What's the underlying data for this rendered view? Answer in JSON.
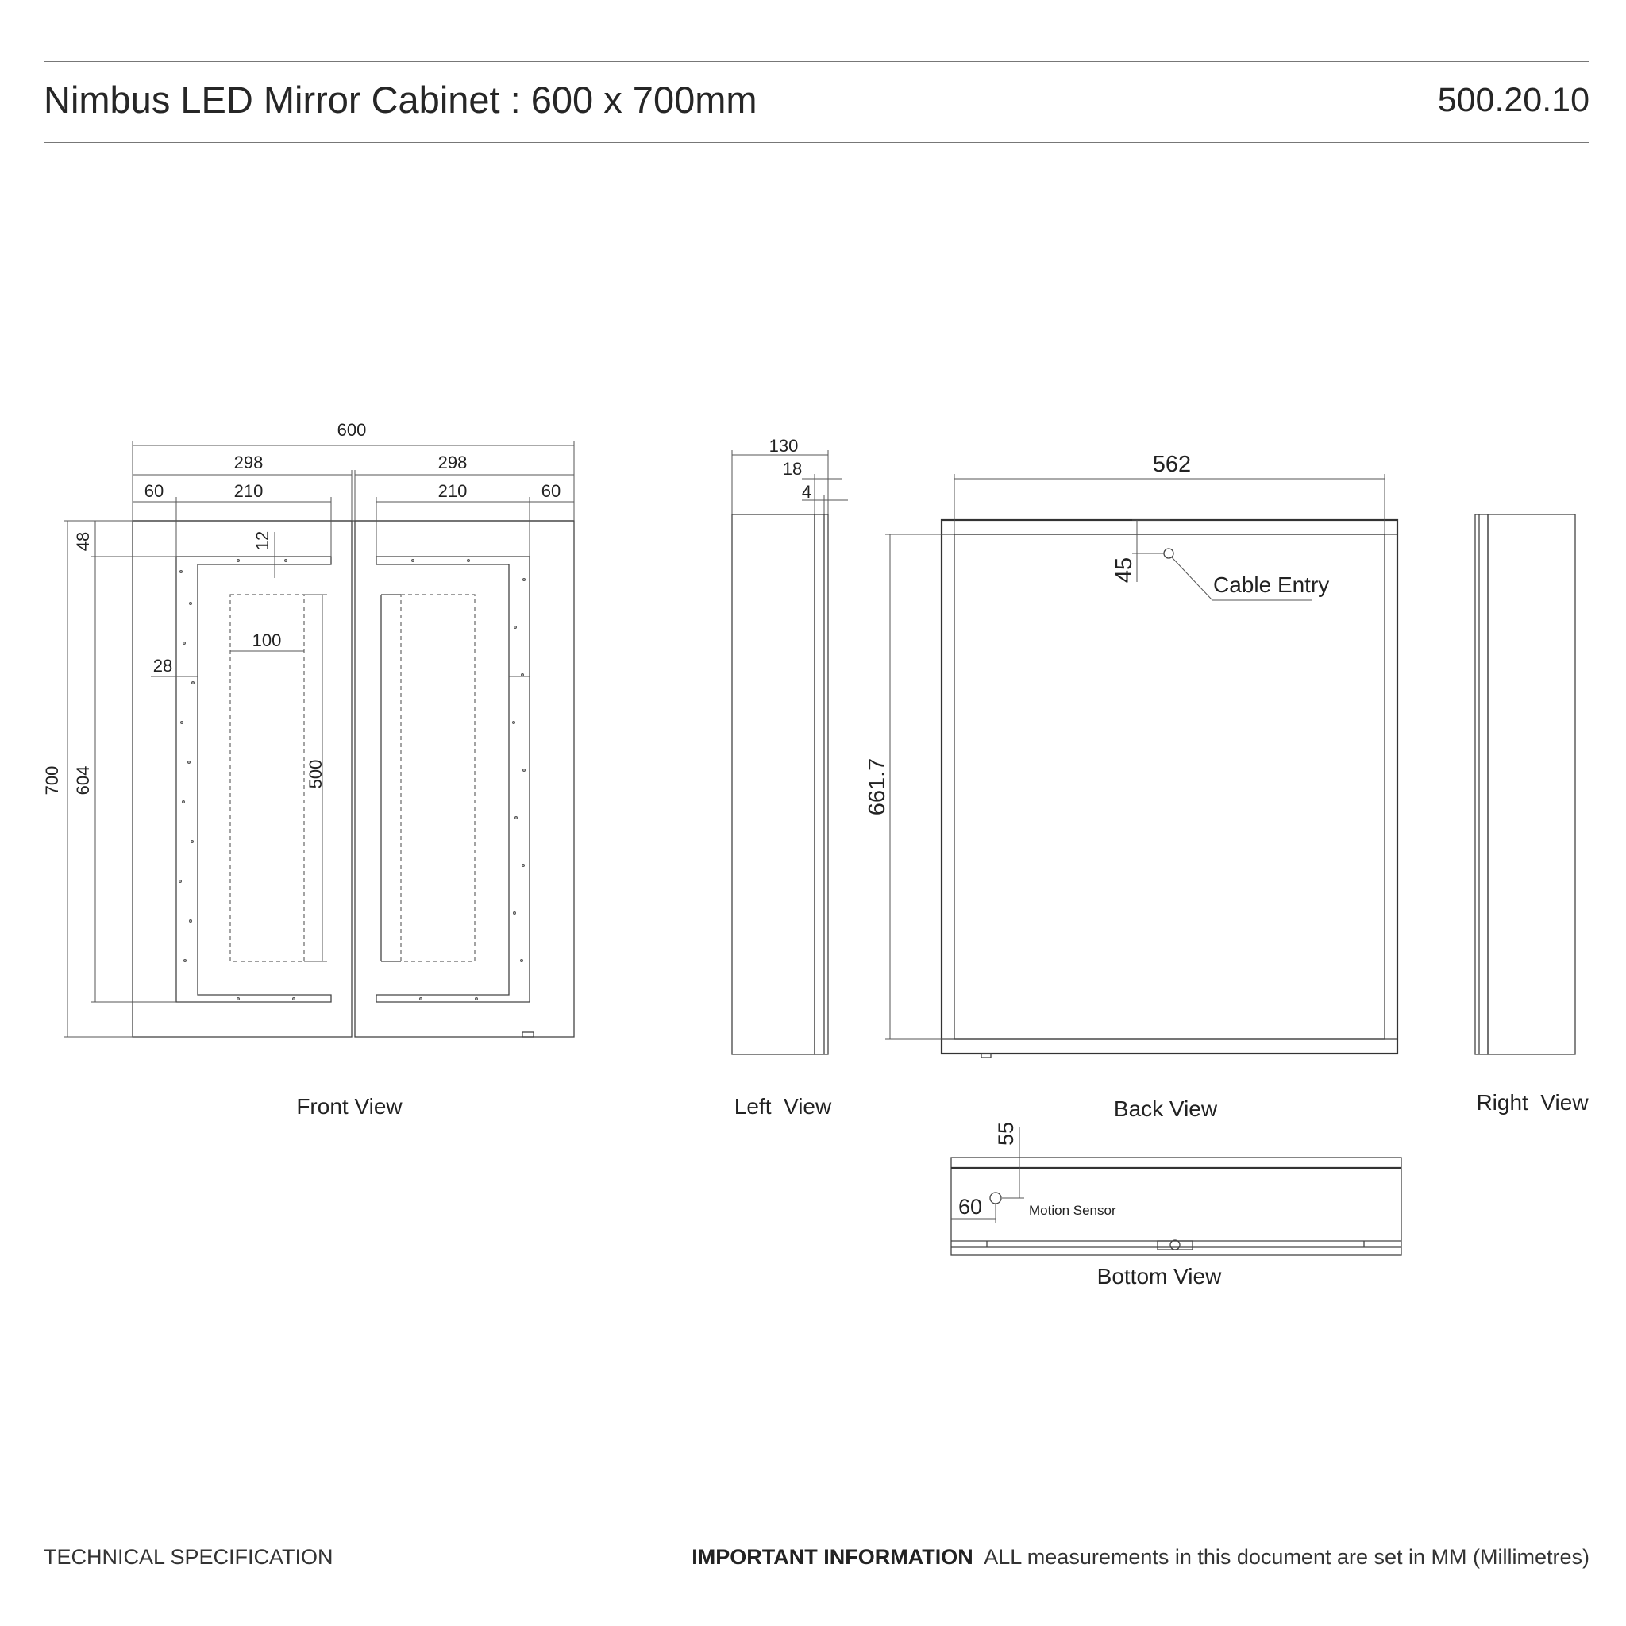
{
  "header": {
    "title": "Nimbus LED Mirror Cabinet : 600 x 700mm",
    "code": "500.20.10"
  },
  "views": {
    "front": "Front View",
    "left": "Left  View",
    "back": "Back View",
    "right": "Right  View",
    "bottom": "Bottom View"
  },
  "dimensions": {
    "front": {
      "overall_width": "600",
      "door_width_left": "298",
      "door_width_right": "298",
      "side_margin_left": "60",
      "led_width_left": "210",
      "led_width_right": "210",
      "side_margin_right": "60",
      "top_margin": "48",
      "led_gap": "12",
      "inner_width": "100",
      "led_thickness": "28",
      "overall_height": "700",
      "led_height": "604",
      "inner_height": "500"
    },
    "left": {
      "depth": "130",
      "door_depth": "18",
      "glass": "4"
    },
    "back": {
      "width": "562",
      "height": "661.7",
      "cable_offset": "45"
    },
    "bottom": {
      "sensor_offset_y": "55",
      "sensor_offset_x": "60"
    }
  },
  "labels": {
    "cable_entry": "Cable Entry",
    "motion_sensor": "Motion Sensor"
  },
  "footer": {
    "left": "TECHNICAL SPECIFICATION",
    "important": "IMPORTANT INFORMATION",
    "note": "ALL measurements in this document are set in MM (Millimetres)"
  }
}
